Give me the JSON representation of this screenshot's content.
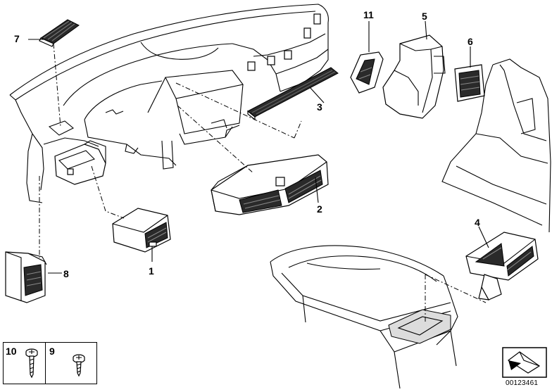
{
  "callouts": [
    {
      "label": "1"
    },
    {
      "label": "2"
    },
    {
      "label": "3"
    },
    {
      "label": "4"
    },
    {
      "label": "5"
    },
    {
      "label": "6"
    },
    {
      "label": "7"
    },
    {
      "label": "8"
    },
    {
      "label": "11"
    }
  ],
  "legend": {
    "item_10": "10",
    "item_9": "9"
  },
  "document_id": "00123461",
  "colors": {
    "line": "#000000",
    "background": "#ffffff",
    "vent_dark": "#2a2a2a"
  }
}
